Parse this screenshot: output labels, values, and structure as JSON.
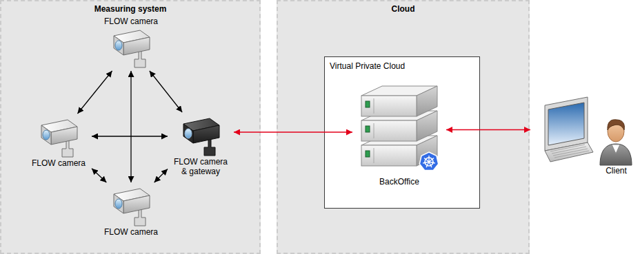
{
  "diagram": {
    "nodes": [
      {
        "text": [
          "Measuring system"
        ]
      },
      {
        "text": [
          "FLOW camera"
        ],
        "in": 0
      },
      {
        "text": [
          "FLOW camera"
        ],
        "in": 0
      },
      {
        "text": [
          "FLOW camera & gateway"
        ],
        "in": 0
      },
      {
        "text": [
          "FLOW camera"
        ],
        "in": 0
      },
      {
        "text": [
          "Cloud"
        ]
      },
      {
        "text": [
          "Virtual Private Cloud"
        ],
        "in": 5
      },
      {
        "text": [
          "BackOffice"
        ],
        "in": 6
      },
      {
        "text": [
          "Client"
        ]
      }
    ],
    "edges": [
      {
        "from": 1,
        "to": 2,
        "arrow": "both"
      },
      {
        "from": 1,
        "to": 3,
        "arrow": "both"
      },
      {
        "from": 1,
        "to": 4,
        "arrow": "both"
      },
      {
        "from": 2,
        "to": 3,
        "arrow": "both"
      },
      {
        "from": 2,
        "to": 4,
        "arrow": "both"
      },
      {
        "from": 3,
        "to": 4,
        "arrow": "both"
      },
      {
        "from": 3,
        "to": 7,
        "arrow": "both"
      },
      {
        "from": 7,
        "to": 8,
        "arrow": "both"
      }
    ]
  }
}
